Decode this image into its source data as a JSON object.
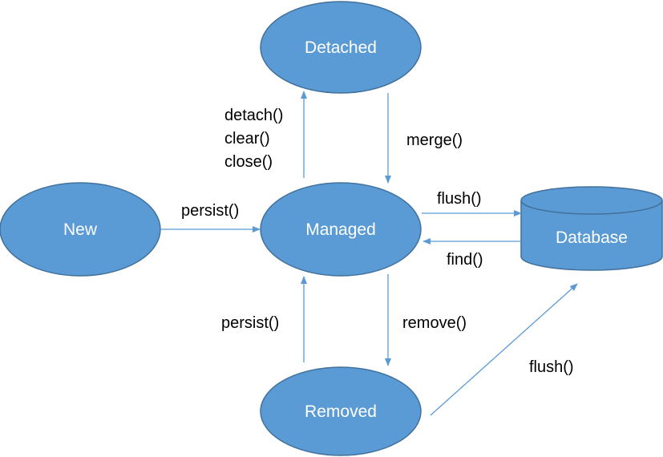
{
  "colors": {
    "node_fill": "#5b9bd5",
    "node_stroke": "#41719c",
    "edge": "#5b9bd5",
    "node_text": "#ffffff",
    "edge_text": "#000000"
  },
  "nodes": {
    "detached": "Detached",
    "new": "New",
    "managed": "Managed",
    "removed": "Removed",
    "database": "Database"
  },
  "edges": {
    "detach_line1": "detach()",
    "detach_line2": "clear()",
    "detach_line3": "close()",
    "merge": "merge()",
    "persist_new": "persist()",
    "flush_managed": "flush()",
    "find": "find()",
    "persist_removed": "persist()",
    "remove": "remove()",
    "flush_removed": "flush()"
  }
}
